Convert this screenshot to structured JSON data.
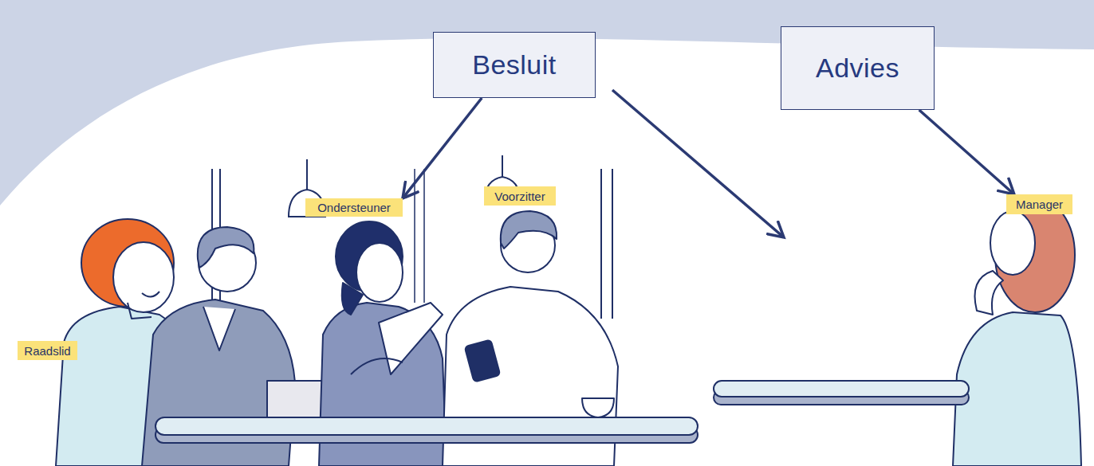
{
  "diagram": {
    "nodes": [
      {
        "text": [
          "Besluit"
        ]
      },
      {
        "text": [
          "Advies"
        ]
      },
      {
        "text": [
          "Ondersteuner"
        ]
      },
      {
        "text": [
          "Voorzitter"
        ]
      },
      {
        "text": [
          "Manager"
        ]
      },
      {
        "text": [
          "Raadslid"
        ]
      }
    ],
    "edges": [
      {
        "from": 0,
        "to": 2,
        "arrow": "to"
      },
      {
        "from": 1,
        "to": 4,
        "arrow": "to"
      }
    ]
  }
}
